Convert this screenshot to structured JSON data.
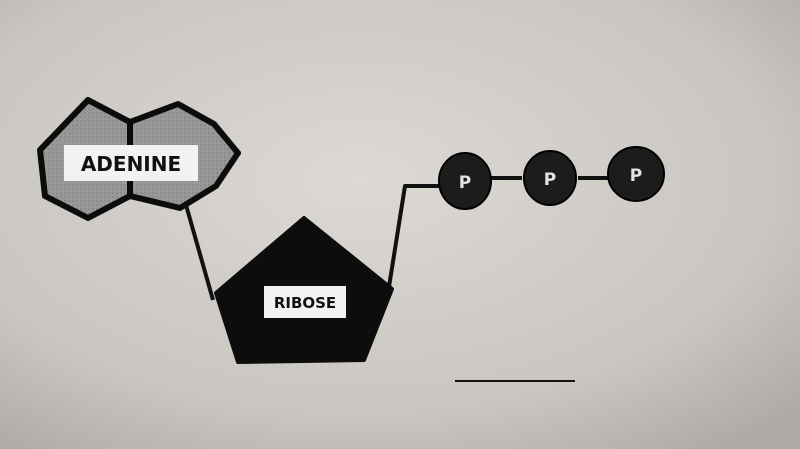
{
  "diagram": {
    "adenine_label": "ADENINE",
    "ribose_label": "RIBOSE",
    "phosphate_labels": [
      "P",
      "P",
      "P"
    ]
  }
}
